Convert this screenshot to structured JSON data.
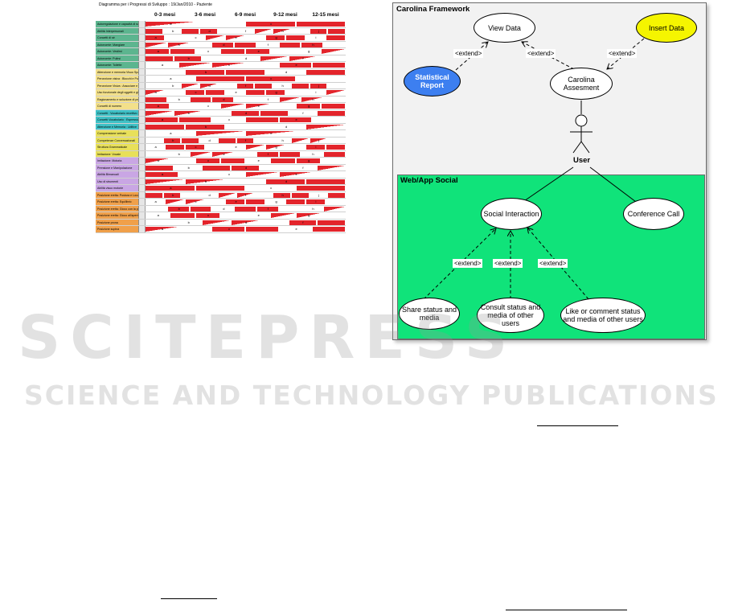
{
  "chart": {
    "caption": "Diagramma per i Progressi di Sviluppo : 19/Jan/2010 - Paziente",
    "months": [
      "0-3 mesi",
      "3-6 mesi",
      "6-9 mesi",
      "9-12 mesi",
      "12-15 mesi"
    ],
    "skills": [
      {
        "label": "Autoregolazione e capacità di socializzazione",
        "color": "#5cb58f"
      },
      {
        "label": "Abilità Interpersonali",
        "color": "#5cb58f"
      },
      {
        "label": "Concetti di sé",
        "color": "#5cb58f"
      },
      {
        "label": "Autonomie: Mangiare",
        "color": "#5cb58f"
      },
      {
        "label": "Autonomie: Vestirsi",
        "color": "#5cb58f"
      },
      {
        "label": "Autonomie: Pulirsi",
        "color": "#5cb58f"
      },
      {
        "label": "Autonomie: Toilette",
        "color": "#5cb58f"
      },
      {
        "label": "Attenzione e memoria Visuo Spaziale",
        "color": "#f3e08a"
      },
      {
        "label": "Percezione visiva : Blocchi e Puzzle",
        "color": "#f3e08a"
      },
      {
        "label": "Percezione Visiva : Associare e Classificare",
        "color": "#f3e08a"
      },
      {
        "label": "Uso funzionale degli oggetti e gioco simbolico",
        "color": "#f3e08a"
      },
      {
        "label": "Ragionamento e soluzione di problemi",
        "color": "#f3e08a"
      },
      {
        "label": "Concetti di numero",
        "color": "#f3e08a"
      },
      {
        "label": "Concetti : Vocabolario recettivo",
        "color": "#3fc1c6"
      },
      {
        "label": "Concetti Vocabolario : Espressivo",
        "color": "#3fc1c6"
      },
      {
        "label": "Attenzione e Memoria : Uditive",
        "color": "#3fc1c6"
      },
      {
        "label": "Comprensione verbale",
        "color": "#e8e05a"
      },
      {
        "label": "Competenze Conversazionali",
        "color": "#e8e05a"
      },
      {
        "label": "Struttura Grammaticale",
        "color": "#e8e05a"
      },
      {
        "label": "Imitazione: Vocale",
        "color": "#e8e05a"
      },
      {
        "label": "Imitazione: Motoria",
        "color": "#c9a6e4"
      },
      {
        "label": "Prensione e Manipolazione",
        "color": "#c9a6e4"
      },
      {
        "label": "Abilità Bimanuali",
        "color": "#c9a6e4"
      },
      {
        "label": "Uso di strumenti",
        "color": "#c9a6e4"
      },
      {
        "label": "Abilità visuo motorie",
        "color": "#c9a6e4"
      },
      {
        "label": "Posizione eretta: Postura e Locomozione",
        "color": "#f0a04a"
      },
      {
        "label": "Posizione eretta: Equilibrio",
        "color": "#f0a04a"
      },
      {
        "label": "Posizione eretta: Gioco con la palla",
        "color": "#f0a04a"
      },
      {
        "label": "Posizione eretta: Gioco all'aperto",
        "color": "#f0a04a"
      },
      {
        "label": "Posizione prona",
        "color": "#f0a04a"
      },
      {
        "label": "Posizione supina",
        "color": "#f0a04a"
      }
    ]
  },
  "uml": {
    "framework_title": "Carolina Framework",
    "social_title": "Web/App Social",
    "actor": "User",
    "use_cases": {
      "view_data": "View Data",
      "insert_data": "Insert Data",
      "statistical_report": "Statistical Report",
      "carolina_assessment": "Carolina Assesment",
      "social_interaction": "Social Interaction",
      "conference_call": "Conference Call",
      "share_status": "Share status and media",
      "consult_status": "Consult status and media of other users",
      "like_comment": "Like or comment status and media of other users"
    },
    "extend_label": "<extend>",
    "colors": {
      "insert_data": "#f5f500",
      "statistical_report": "#3d7ff0",
      "social_pkg": "#10e37a"
    }
  },
  "watermark": {
    "big": "SCITEPRESS",
    "small": "SCIENCE AND TECHNOLOGY PUBLICATIONS"
  }
}
